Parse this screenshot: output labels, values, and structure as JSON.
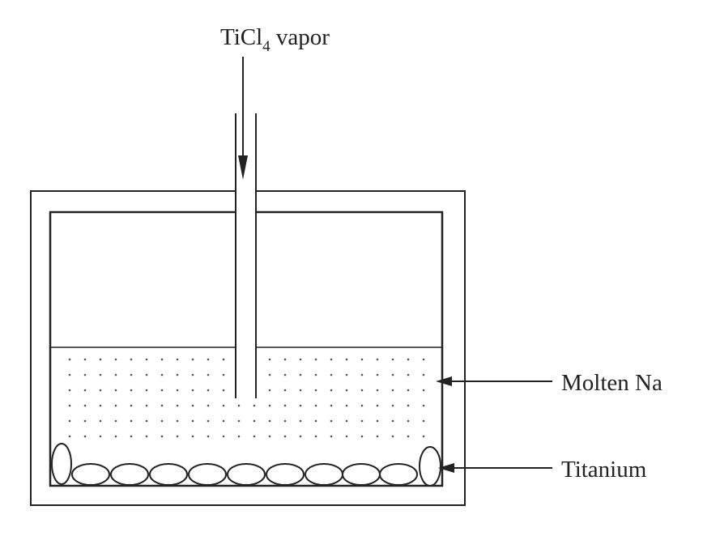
{
  "diagram": {
    "inlet_label": {
      "prefix": "TiCl",
      "subscript": "4",
      "suffix": " vapor"
    },
    "labels": {
      "molten_na": "Molten Na",
      "titanium": "Titanium"
    },
    "colors": {
      "line": "#222222",
      "dots": "#555555",
      "background": "#ffffff"
    }
  }
}
